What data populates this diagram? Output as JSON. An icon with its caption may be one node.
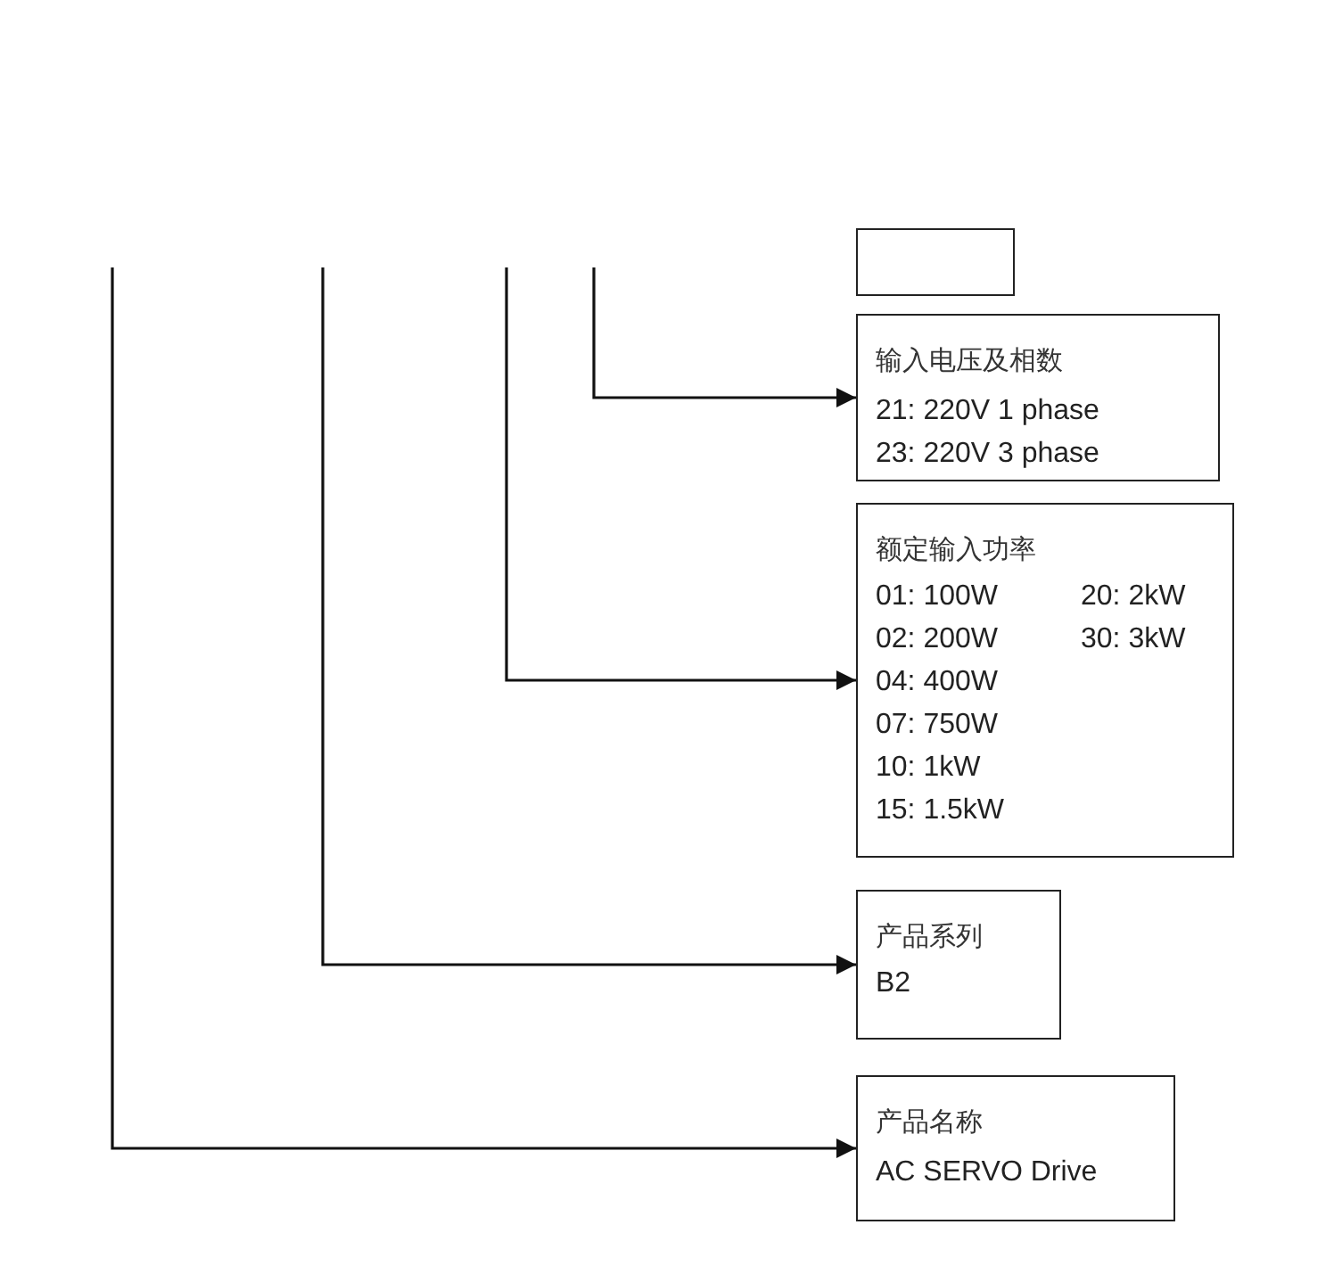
{
  "diagram": {
    "nodes": [
      {
        "text": [],
        "shape": "box"
      },
      {
        "text": [
          "输入电压及相数",
          "21: 220V 1 phase",
          "23: 220V 3 phase"
        ]
      },
      {
        "text": [
          "额定输入功率",
          "01: 100W",
          "02: 200W",
          "04: 400W",
          "07: 750W",
          "10: 1kW",
          "15: 1.5kW",
          "20: 2kW",
          "30: 3kW"
        ]
      },
      {
        "text": [
          "产品系列",
          "B2"
        ]
      },
      {
        "text": [
          "产品名称",
          "AC SERVO Drive"
        ]
      }
    ],
    "edges": [
      {
        "from": null,
        "to": 1,
        "arrow": "to"
      },
      {
        "from": null,
        "to": 2,
        "arrow": "to"
      },
      {
        "from": null,
        "to": 3,
        "arrow": "to"
      },
      {
        "from": null,
        "to": 4,
        "arrow": "to"
      }
    ]
  }
}
